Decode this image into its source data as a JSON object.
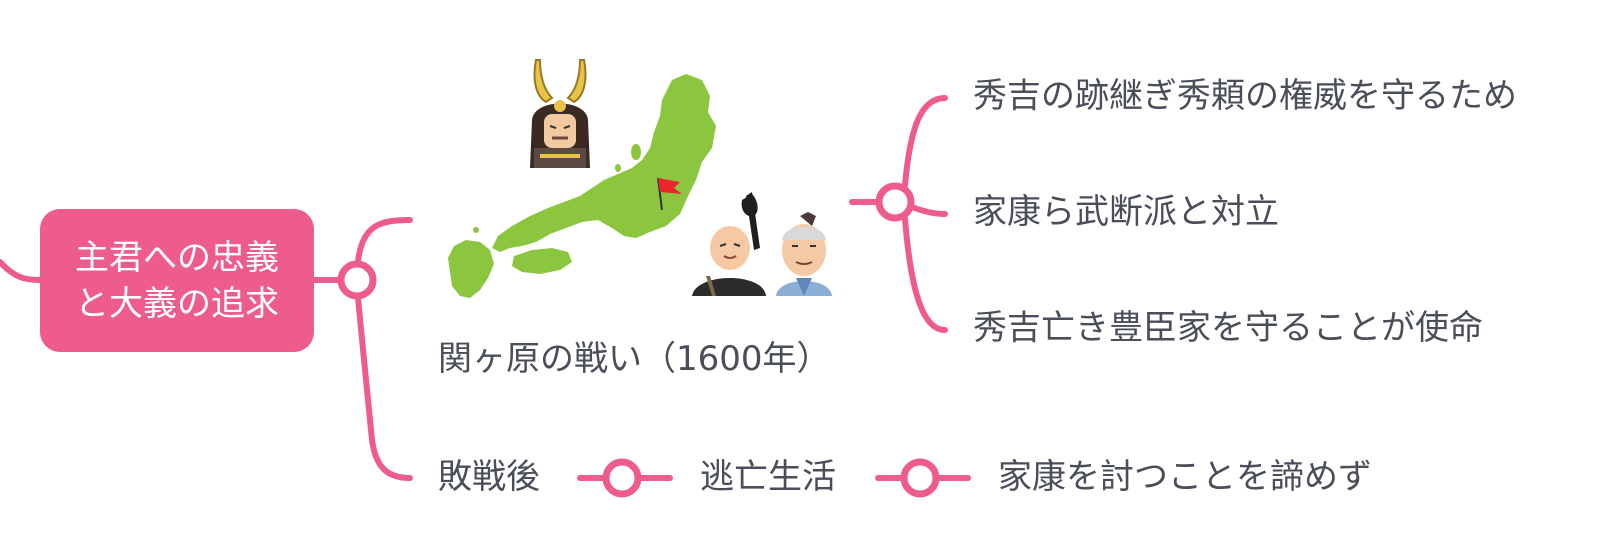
{
  "root": {
    "line1": "主君への忠義",
    "line2": "と大義の追求"
  },
  "branches": {
    "sekigahara": {
      "label": "関ヶ原の戦い（1600年）",
      "reasons": [
        "秀吉の跡継ぎ秀頼の権威を守るため",
        "家康ら武断派と対立",
        "秀吉亡き豊臣家を守ることが使命"
      ]
    },
    "defeat": {
      "label": "敗戦後",
      "chain": [
        "逃亡生活",
        "家康を討つことを諦めず"
      ]
    }
  },
  "illustration": {
    "map_icon": "japan-map-icon",
    "flag_icon": "red-flag-icon",
    "figures": [
      "samurai-helmet-icon",
      "lord-figure-icon",
      "retainer-figure-icon"
    ]
  },
  "colors": {
    "accent": "#ee5c8e",
    "text": "#4a4e59",
    "map_green": "#8cc63f",
    "flag_red": "#e8262b"
  }
}
